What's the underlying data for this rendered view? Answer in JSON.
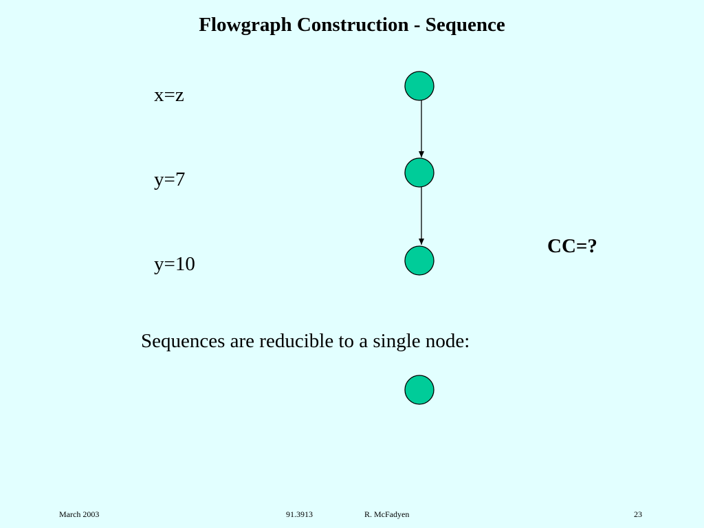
{
  "title": "Flowgraph Construction - Sequence",
  "statements": [
    "x=z",
    "y=7",
    "y=10"
  ],
  "cc_label": "CC=?",
  "caption": "Sequences are reducible to a single node:",
  "colors": {
    "background": "#e2ffff",
    "node_fill": "#00cc99",
    "node_stroke": "#000000",
    "edge": "#000000"
  },
  "graph": {
    "nodes": [
      "n1",
      "n2",
      "n3"
    ],
    "edges": [
      [
        "n1",
        "n2"
      ],
      [
        "n2",
        "n3"
      ]
    ],
    "reduced_nodes": [
      "r1"
    ]
  },
  "footer": {
    "date": "March 2003",
    "course": "91.3913",
    "author": "R. McFadyen",
    "page": "23"
  }
}
